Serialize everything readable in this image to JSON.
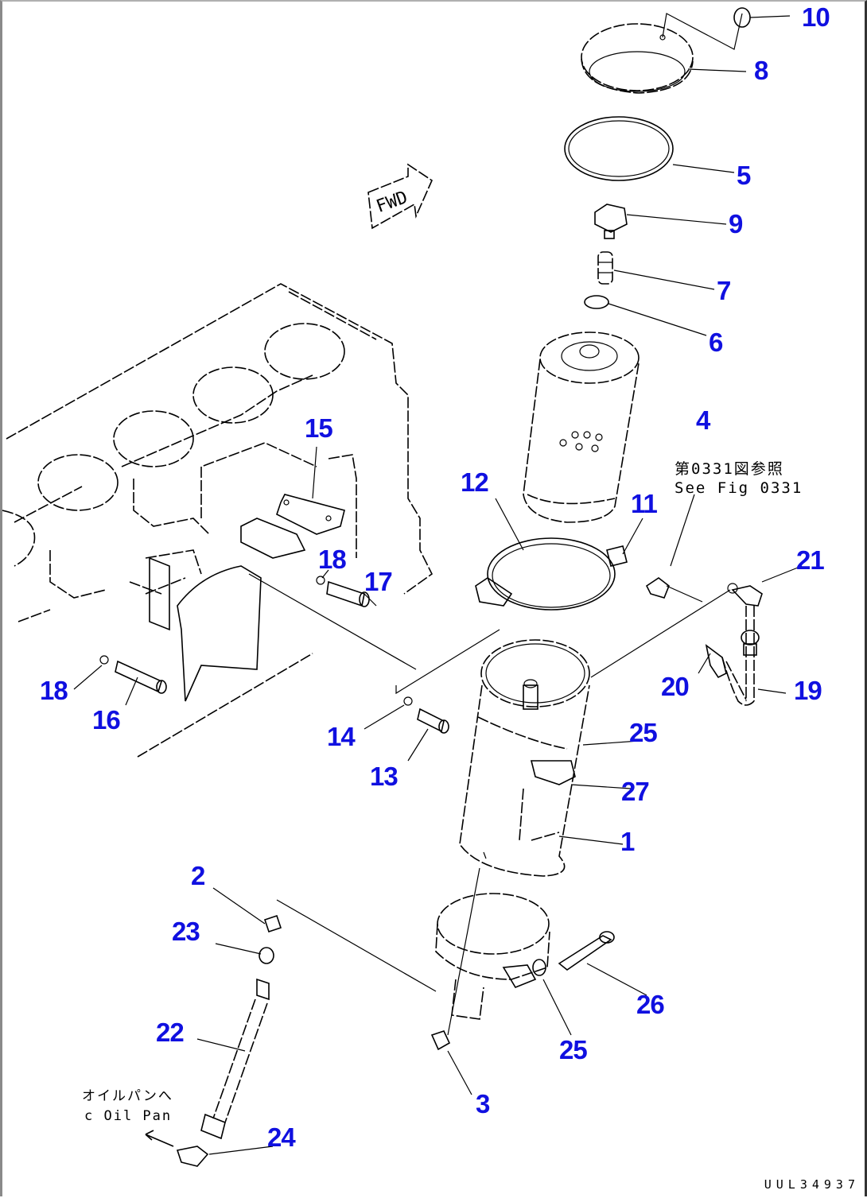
{
  "diagram": {
    "title": "Oil filter exploded parts diagram",
    "drawing_code": "UUL34937",
    "forward_marker": "FWD",
    "label_color": "#1010e0",
    "notes": {
      "see_fig_jp": "第0331図参照",
      "see_fig_en": "See Fig 0331",
      "to_oil_pan_jp": "オイルパンへ",
      "to_oil_pan_en": "c Oil Pan"
    },
    "callouts": [
      {
        "id": "c10",
        "label": "10"
      },
      {
        "id": "c8",
        "label": "8"
      },
      {
        "id": "c5",
        "label": "5"
      },
      {
        "id": "c9",
        "label": "9"
      },
      {
        "id": "c7",
        "label": "7"
      },
      {
        "id": "c6",
        "label": "6"
      },
      {
        "id": "c4",
        "label": "4"
      },
      {
        "id": "c15",
        "label": "15"
      },
      {
        "id": "c12",
        "label": "12"
      },
      {
        "id": "c11",
        "label": "11"
      },
      {
        "id": "c21",
        "label": "21"
      },
      {
        "id": "c18a",
        "label": "18"
      },
      {
        "id": "c17",
        "label": "17"
      },
      {
        "id": "c18b",
        "label": "18"
      },
      {
        "id": "c16",
        "label": "16"
      },
      {
        "id": "c20",
        "label": "20"
      },
      {
        "id": "c19",
        "label": "19"
      },
      {
        "id": "c14",
        "label": "14"
      },
      {
        "id": "c13",
        "label": "13"
      },
      {
        "id": "c25a",
        "label": "25"
      },
      {
        "id": "c27",
        "label": "27"
      },
      {
        "id": "c1",
        "label": "1"
      },
      {
        "id": "c2",
        "label": "2"
      },
      {
        "id": "c23",
        "label": "23"
      },
      {
        "id": "c26",
        "label": "26"
      },
      {
        "id": "c22",
        "label": "22"
      },
      {
        "id": "c25b",
        "label": "25"
      },
      {
        "id": "c3",
        "label": "3"
      },
      {
        "id": "c24",
        "label": "24"
      }
    ]
  }
}
